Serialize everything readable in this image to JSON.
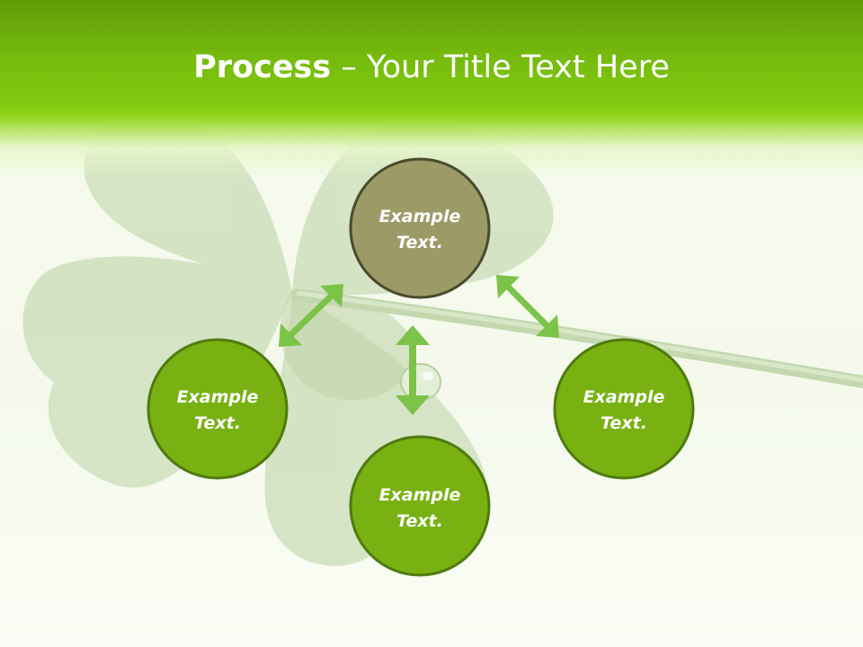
{
  "slide": {
    "title_bold": "Process",
    "title_rest": " – Your Title Text Here"
  },
  "diagram": {
    "nodes": [
      {
        "id": "top",
        "line1": "Example",
        "line2": "Text.",
        "fill": "#9c9a67",
        "stroke": "#4a4a2c"
      },
      {
        "id": "left",
        "line1": "Example",
        "line2": "Text.",
        "fill": "#78b111",
        "stroke": "#4f7a10"
      },
      {
        "id": "right",
        "line1": "Example",
        "line2": "Text.",
        "fill": "#78b111",
        "stroke": "#4f7a10"
      },
      {
        "id": "bottom",
        "line1": "Example",
        "line2": "Text.",
        "fill": "#78b111",
        "stroke": "#4f7a10"
      }
    ],
    "arrow_color": "#7cc349"
  },
  "colors": {
    "header_green": "#84cc12",
    "background": "#f7fbee",
    "leaf": "#cfe0bd"
  }
}
